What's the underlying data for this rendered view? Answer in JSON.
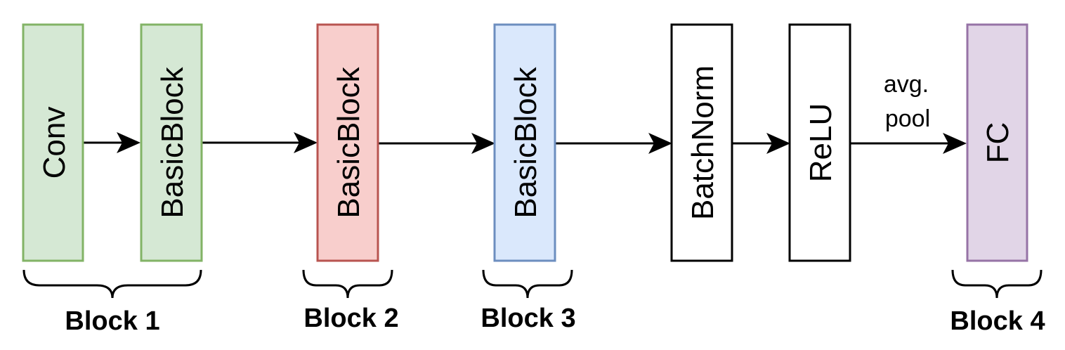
{
  "nodes": [
    {
      "id": "conv",
      "label": "Conv",
      "fill": "#d5e8d4",
      "stroke": "#82b366"
    },
    {
      "id": "basicblock-1",
      "label": "BasicBlock",
      "fill": "#d5e8d4",
      "stroke": "#82b366"
    },
    {
      "id": "basicblock-2",
      "label": "BasicBlock",
      "fill": "#f8cecc",
      "stroke": "#b85450"
    },
    {
      "id": "basicblock-3",
      "label": "BasicBlock",
      "fill": "#dae8fc",
      "stroke": "#6c8ebf"
    },
    {
      "id": "batchnorm",
      "label": "BatchNorm",
      "fill": "#ffffff",
      "stroke": "#000000"
    },
    {
      "id": "relu",
      "label": "ReLU",
      "fill": "#ffffff",
      "stroke": "#000000"
    },
    {
      "id": "fc",
      "label": "FC",
      "fill": "#e1d5e7",
      "stroke": "#9673a6"
    }
  ],
  "edges": [
    {
      "from": "conv",
      "to": "basicblock-1",
      "label": ""
    },
    {
      "from": "basicblock-1",
      "to": "basicblock-2",
      "label": ""
    },
    {
      "from": "basicblock-2",
      "to": "basicblock-3",
      "label": ""
    },
    {
      "from": "basicblock-3",
      "to": "batchnorm",
      "label": ""
    },
    {
      "from": "batchnorm",
      "to": "relu",
      "label": ""
    },
    {
      "from": "relu",
      "to": "fc",
      "label_lines": [
        "avg.",
        "pool"
      ]
    }
  ],
  "groups": [
    {
      "label": "Block 1",
      "members": [
        "conv",
        "basicblock-1"
      ]
    },
    {
      "label": "Block 2",
      "members": [
        "basicblock-2"
      ]
    },
    {
      "label": "Block 3",
      "members": [
        "basicblock-3"
      ]
    },
    {
      "label": "Block 4",
      "members": [
        "fc"
      ]
    }
  ]
}
